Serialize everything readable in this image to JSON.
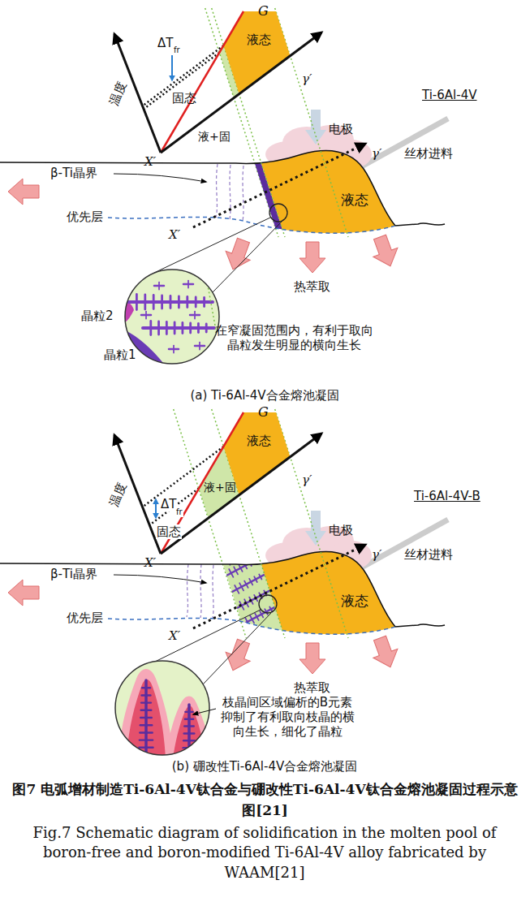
{
  "diagram": {
    "caption": "图7 电弧增材制造Ti-6Al-4V钛合金与硼改性Ti-6Al-4V钛合金熔池凝固过程示意图[21]",
    "labels": [
      "G",
      "ΔT",
      "fr",
      "温度",
      "液态",
      "固态",
      "液+固",
      "X′",
      "γ′",
      "电极",
      "Ti-6Al-4V",
      "丝材进料",
      "β-Ti晶界",
      "液态",
      "优先层",
      "X′",
      "γ′",
      "热萃取",
      "晶粒2",
      "晶粒1",
      "在窄凝固范围内，有利于取向晶粒发生明显的横向生长",
      "(a) Ti-6Al-4V合金熔池凝固",
      "G",
      "ΔT",
      "fr",
      "温度",
      "液态",
      "液+固",
      "固态",
      "X′",
      "γ′",
      "电极",
      "Ti-6Al-4V-B",
      "丝材进料",
      "β-Ti晶界",
      "液态",
      "优先层",
      "X′",
      "γ′",
      "热萃取",
      "枝晶间区域偏析的B元素抑制了有利取向枝晶的横向生长，细化了晶粒",
      "(b) 硼改性Ti-6Al-4V合金熔池凝固",
      "Fig.7 Schematic diagram of solidification in the molten pool of boron-free and boron-modified Ti-6Al-4V alloy fabricated by WAAM[21]"
    ]
  }
}
